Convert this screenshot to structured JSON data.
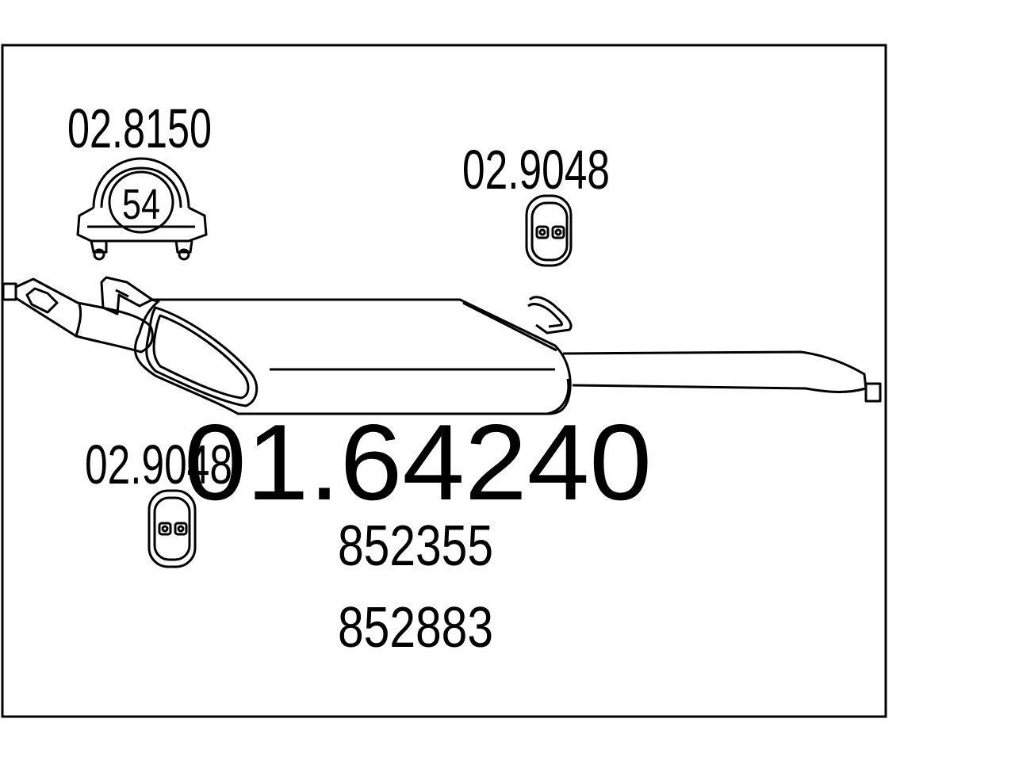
{
  "parts": {
    "clamp_label": "02.8150",
    "clamp_size": "54",
    "hanger_top_label": "02.9048",
    "hanger_bottom_label": "02.9048"
  },
  "main_part_number": "01.64240",
  "oe_numbers": [
    "852355",
    "852883"
  ],
  "colors": {
    "stroke": "#000000",
    "background": "#ffffff"
  }
}
